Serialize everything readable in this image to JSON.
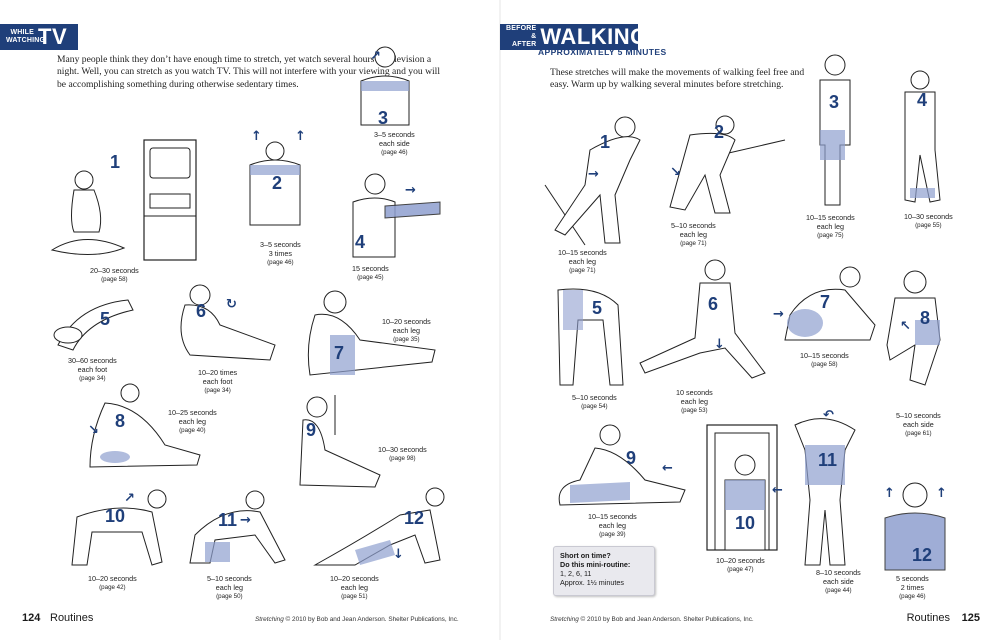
{
  "left": {
    "banner_small": "WHILE WATCHING",
    "banner_big": "TV",
    "intro": "Many people think they don’t have enough time to stretch, yet watch several hours of television a night. Well, you can stretch as you watch TV. This will not interfere with your viewing and you will be accomplishing something during otherwise sedentary times.",
    "figures": [
      {
        "num": "1",
        "l1": "20–30 seconds",
        "l2": "",
        "l3": "",
        "page": "(page 58)"
      },
      {
        "num": "2",
        "l1": "3–5 seconds",
        "l2": "3 times",
        "l3": "",
        "page": "(page 46)"
      },
      {
        "num": "3",
        "l1": "3–5 seconds",
        "l2": "each side",
        "l3": "",
        "page": "(page 46)"
      },
      {
        "num": "4",
        "l1": "15 seconds",
        "l2": "",
        "l3": "",
        "page": "(page 45)"
      },
      {
        "num": "5",
        "l1": "30–60 seconds",
        "l2": "each foot",
        "l3": "",
        "page": "(page 34)"
      },
      {
        "num": "6",
        "l1": "10–20 times",
        "l2": "each foot",
        "l3": "",
        "page": "(page 34)"
      },
      {
        "num": "7",
        "l1": "10–20 seconds",
        "l2": "each leg",
        "l3": "",
        "page": "(page 35)"
      },
      {
        "num": "8",
        "l1": "10–25 seconds",
        "l2": "each leg",
        "l3": "",
        "page": "(page 40)"
      },
      {
        "num": "9",
        "l1": "10–30 seconds",
        "l2": "",
        "l3": "",
        "page": "(page 98)"
      },
      {
        "num": "10",
        "l1": "10–20 seconds",
        "l2": "",
        "l3": "",
        "page": "(page 42)"
      },
      {
        "num": "11",
        "l1": "5–10 seconds",
        "l2": "each leg",
        "l3": "",
        "page": "(page 50)"
      },
      {
        "num": "12",
        "l1": "10–20 seconds",
        "l2": "each leg",
        "l3": "",
        "page": "(page 51)"
      }
    ],
    "footer_num": "124",
    "footer_label": "Routines",
    "credit_title": "Stretching",
    "credit_rest": " © 2010 by Bob and Jean Anderson. Shelter Publications, Inc."
  },
  "right": {
    "banner_small": "BEFORE & AFTER",
    "banner_big": "WALKING",
    "subhead": "APPROXIMATELY 5 MINUTES",
    "intro": "These stretches will make the movements of walking feel free and easy. Warm up by walking several minutes before stretching.",
    "figures": [
      {
        "num": "1",
        "l1": "10–15 seconds",
        "l2": "each leg",
        "l3": "",
        "page": "(page 71)"
      },
      {
        "num": "2",
        "l1": "5–10 seconds",
        "l2": "each leg",
        "l3": "",
        "page": "(page 71)"
      },
      {
        "num": "3",
        "l1": "10–15 seconds",
        "l2": "each leg",
        "l3": "",
        "page": "(page 75)"
      },
      {
        "num": "4",
        "l1": "10–30 seconds",
        "l2": "",
        "l3": "",
        "page": "(page 55)"
      },
      {
        "num": "5",
        "l1": "5–10 seconds",
        "l2": "",
        "l3": "",
        "page": "(page 54)"
      },
      {
        "num": "6",
        "l1": "10 seconds",
        "l2": "each leg",
        "l3": "",
        "page": "(page 53)"
      },
      {
        "num": "7",
        "l1": "10–15 seconds",
        "l2": "",
        "l3": "",
        "page": "(page 58)"
      },
      {
        "num": "8",
        "l1": "5–10 seconds",
        "l2": "each side",
        "l3": "",
        "page": "(page 61)"
      },
      {
        "num": "9",
        "l1": "10–15 seconds",
        "l2": "each leg",
        "l3": "",
        "page": "(page 39)"
      },
      {
        "num": "10",
        "l1": "10–20 seconds",
        "l2": "",
        "l3": "",
        "page": "(page 47)"
      },
      {
        "num": "11",
        "l1": "8–10 seconds",
        "l2": "each side",
        "l3": "",
        "page": "(page 44)"
      },
      {
        "num": "12",
        "l1": "5 seconds",
        "l2": "2 times",
        "l3": "",
        "page": "(page 46)"
      }
    ],
    "short_title1": "Short on time?",
    "short_title2": "Do this mini-routine:",
    "short_list": "1, 2, 6, 11",
    "short_approx": "Approx. 1½ minutes",
    "footer_num": "125",
    "footer_label": "Routines",
    "credit_title": "Stretching",
    "credit_rest": " © 2010 by Bob and Jean Anderson. Shelter Publications, Inc."
  },
  "colors": {
    "accent": "#1f3f7a",
    "shade": "#8f9fcf"
  }
}
